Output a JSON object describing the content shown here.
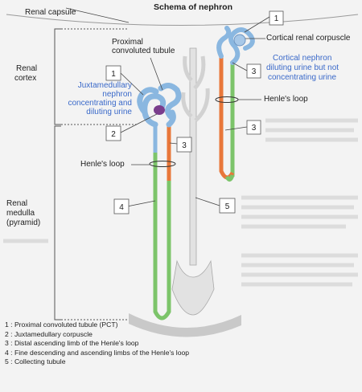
{
  "diagram": {
    "title": "Schema of nephron",
    "labels": {
      "renal_capsule": "Renal capsule",
      "renal_cortex_line1": "Renal",
      "renal_cortex_line2": "cortex",
      "renal_medulla_line1": "Renal",
      "renal_medulla_line2": "medulla",
      "renal_medulla_line3": "(pyramid)",
      "pct_line1": "Proximal",
      "pct_line2": "convoluted tubule",
      "juxta_line1": "Juxtamedullary",
      "juxta_line2": "nephron",
      "juxta_line3": "concentrating and",
      "juxta_line4": "diluting urine",
      "cortical_corpuscle": "Cortical renal corpuscle",
      "cortical_nephron_line1": "Cortical nephron",
      "cortical_nephron_line2": "diluting urine but not",
      "cortical_nephron_line3": "concentrating urine",
      "henles_loop_right": "Henle's loop",
      "henles_loop_left": "Henle's loop"
    },
    "callouts": [
      "1",
      "1",
      "2",
      "3",
      "3",
      "3",
      "4",
      "5"
    ],
    "colors": {
      "blue_tubule": "#8ab7e0",
      "orange_limb": "#e8773a",
      "green_limb": "#7cc46a",
      "collecting_duct": "#d8d8d8",
      "glomerulus": "#7a3d8c",
      "label_blue": "#3a69c9"
    }
  },
  "legend": [
    "1 : Proximal convoluted tubule (PCT)",
    "2 : Juxtamedullary corpuscle",
    "3 : Distal ascending limb of the Henle's loop",
    "4 : Fine descending and ascending limbs of the Henle's loop",
    "5 : Collecting tubule"
  ]
}
